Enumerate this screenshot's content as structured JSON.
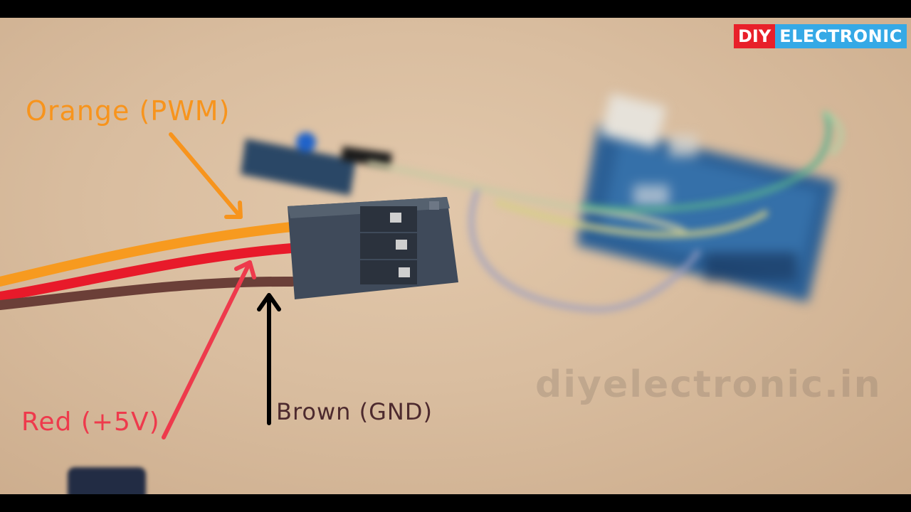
{
  "image": {
    "logo": {
      "part1": "DIY",
      "part2": "ELECTRONIC"
    },
    "watermark": "diyelectronic.in",
    "labels": {
      "orange": "Orange (PWM)",
      "red": "Red (+5V)",
      "brown": "Brown (GND)"
    },
    "colors": {
      "orange_wire": "#f7941d",
      "red_wire": "#ee3a4c",
      "brown_wire": "#6b3f38",
      "logo_red": "#e8202a",
      "logo_blue": "#35a9e6"
    }
  }
}
